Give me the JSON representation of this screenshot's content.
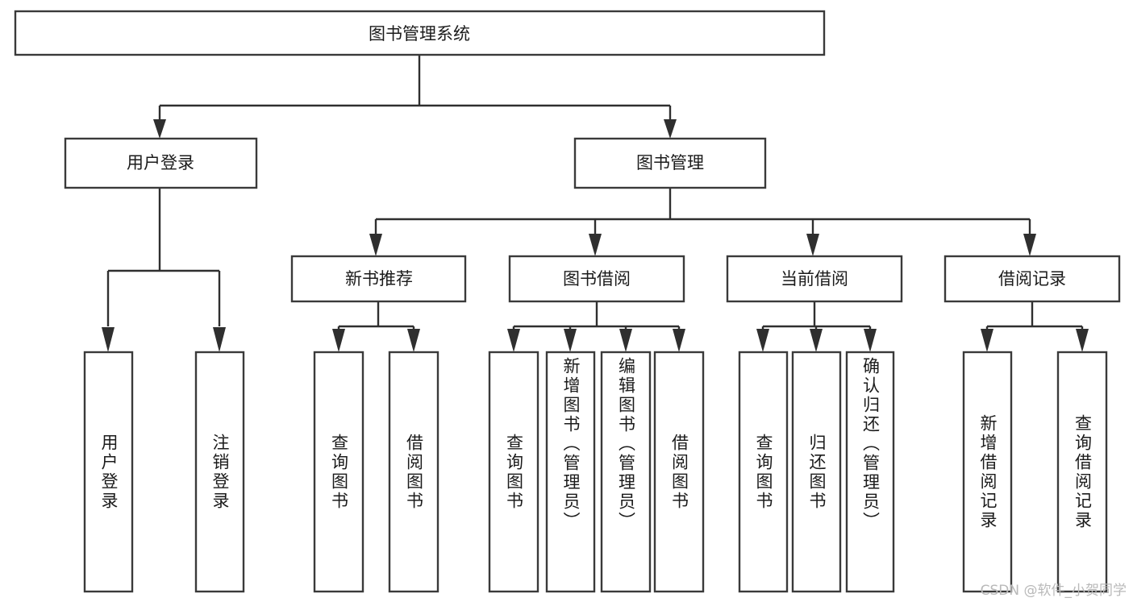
{
  "diagram": {
    "title": "图书管理系统",
    "type": "tree-flowchart",
    "watermark": "CSDN @软件_小贺同学",
    "root": {
      "id": "root",
      "label": "图书管理系统"
    },
    "level2": [
      {
        "id": "user-login",
        "label": "用户登录"
      },
      {
        "id": "book-manage",
        "label": "图书管理"
      }
    ],
    "level3": [
      {
        "id": "new-book-recommend",
        "label": "新书推荐",
        "parent": "book-manage"
      },
      {
        "id": "book-borrow",
        "label": "图书借阅",
        "parent": "book-manage"
      },
      {
        "id": "current-borrow",
        "label": "当前借阅",
        "parent": "book-manage"
      },
      {
        "id": "borrow-record",
        "label": "借阅记录",
        "parent": "book-manage"
      }
    ],
    "leaves": {
      "user-login": [
        {
          "id": "leaf-user-login",
          "label": "用户登录"
        },
        {
          "id": "leaf-user-logout",
          "label": "注销登录"
        }
      ],
      "new-book-recommend": [
        {
          "id": "leaf-query-book-1",
          "label": "查询图书"
        },
        {
          "id": "leaf-borrow-book-1",
          "label": "借阅图书"
        }
      ],
      "book-borrow": [
        {
          "id": "leaf-query-book-2",
          "label": "查询图书"
        },
        {
          "id": "leaf-add-book",
          "label": "新增图书（管理员）"
        },
        {
          "id": "leaf-edit-book",
          "label": "编辑图书（管理员）"
        },
        {
          "id": "leaf-borrow-book-2",
          "label": "借阅图书"
        }
      ],
      "current-borrow": [
        {
          "id": "leaf-query-book-3",
          "label": "查询图书"
        },
        {
          "id": "leaf-return-book",
          "label": "归还图书"
        },
        {
          "id": "leaf-confirm-return",
          "label": "确认归还（管理员）"
        }
      ],
      "borrow-record": [
        {
          "id": "leaf-add-record",
          "label": "新增借阅记录"
        },
        {
          "id": "leaf-query-record",
          "label": "查询借阅记录"
        }
      ]
    },
    "colors": {
      "box_stroke": "#3a3a3a",
      "box_fill": "#ffffff",
      "connector": "#2f2f2f",
      "text": "#1b1b1b",
      "watermark": "#b9b9b9",
      "background": "#ffffff"
    }
  }
}
